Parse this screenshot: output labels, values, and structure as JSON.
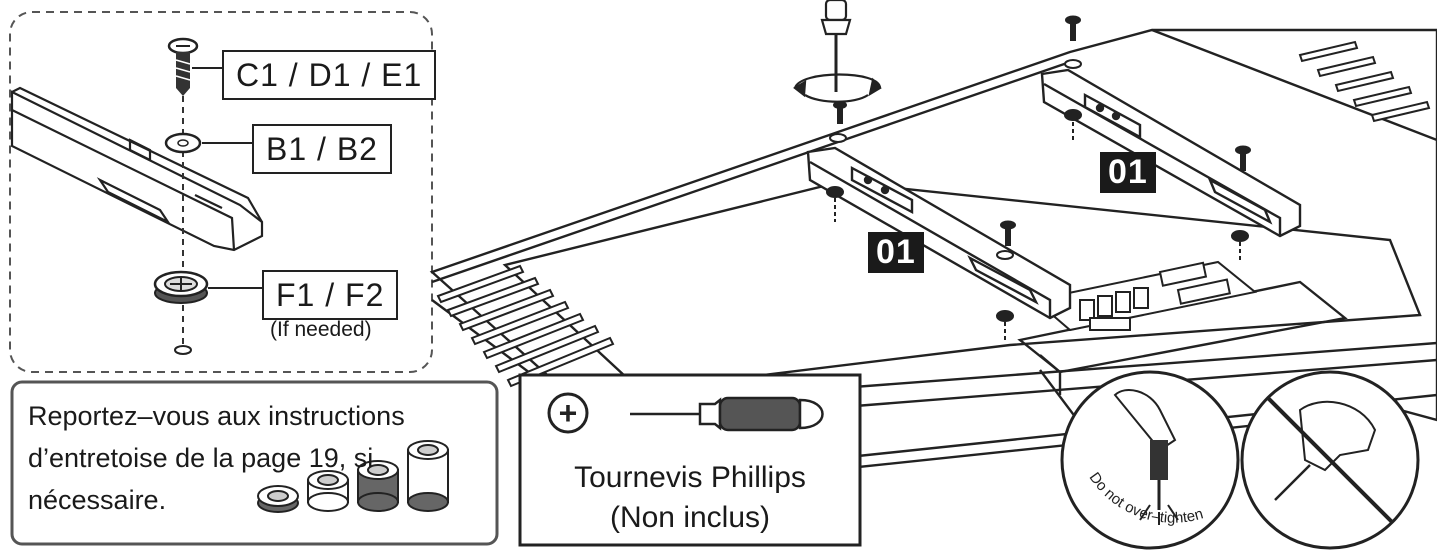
{
  "hardware_labels": {
    "screw": "C1 / D1 / E1",
    "washer": "B1 / B2",
    "spacer": "F1 / F2",
    "spacer_note": "(If needed)"
  },
  "badges": {
    "bracket_left": "01",
    "bracket_right": "01"
  },
  "spacer_note_panel": {
    "line1": "Reportez–vous aux instructions",
    "line2": "d’entretoise de la page 19, si",
    "line3": "nécessaire."
  },
  "tool_panel": {
    "symbol": "+",
    "line1": "Tournevis Phillips",
    "line2": "(Non inclus)"
  },
  "warning": {
    "do_not_overtighten": "Do not over–tighten"
  }
}
